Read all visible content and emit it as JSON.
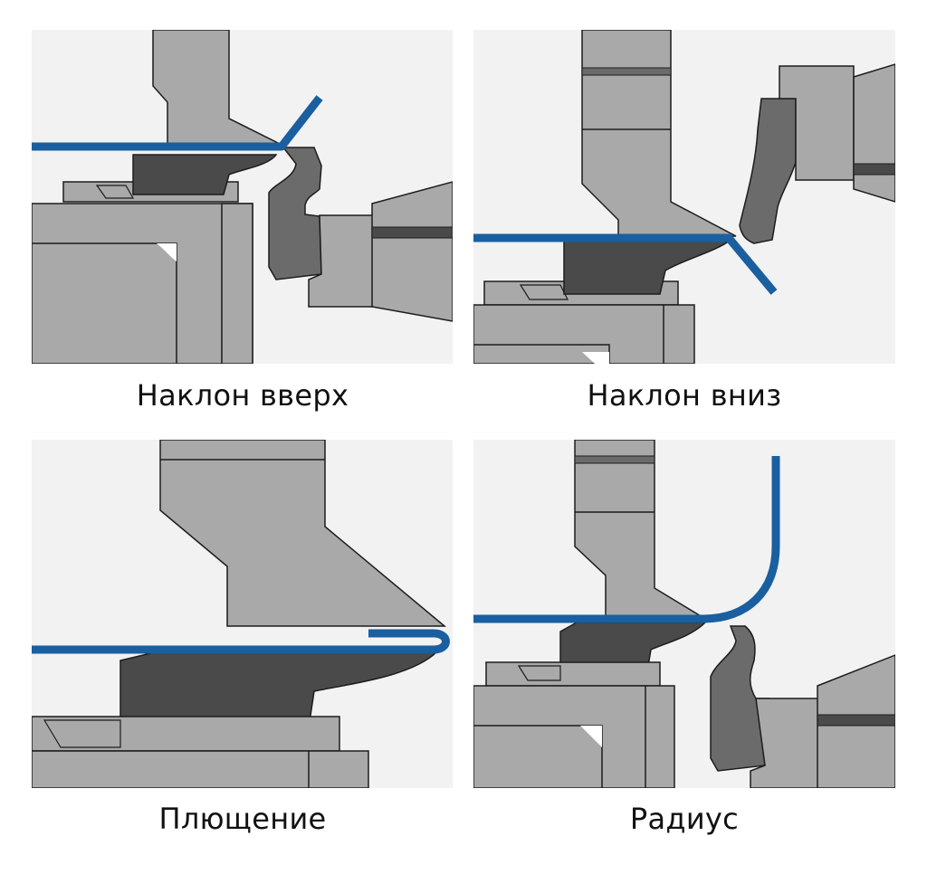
{
  "panels": {
    "tilt_up": {
      "caption": "Наклон вверх"
    },
    "tilt_down": {
      "caption": "Наклон вниз"
    },
    "flattening": {
      "caption": "Плющение"
    },
    "radius": {
      "caption": "Радиус"
    }
  },
  "colors": {
    "background": "#f2f2f2",
    "tool_light": "#a9a9a9",
    "tool_dark": "#4a4a4a",
    "tool_medium": "#6b6b6b",
    "sheet_metal": "#1a5fa0",
    "outline": "#1c1c1c"
  }
}
